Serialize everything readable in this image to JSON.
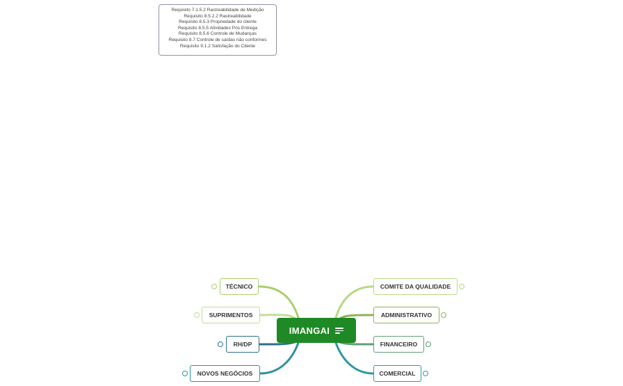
{
  "note": {
    "lines": [
      "Requisito 7.1.5.2 Rastreabilidade de Medição",
      "Requisito 8.5.2.2 Rastreabilidade",
      "Requisito 8.5.3 Propriedade do cliente",
      "Requisito 8.5.5 Atividades Pós Entrega",
      "Requisito 8.5.6 Controle de Mudanças",
      "Requisito 8.7 Controle de saídas não conformes",
      "Requisito 9.1.2 Satisfação do Cliente"
    ]
  },
  "root": {
    "label": "IMANGAI",
    "icon": "notes-icon",
    "color": "#1f8a25"
  },
  "topics": {
    "tecnico": {
      "label": "TÉCNICO",
      "color": "#a7cf6a"
    },
    "suprimentos": {
      "label": "SUPRIMENTOS",
      "color": "#c3dc96"
    },
    "rhdp": {
      "label": "RH/DP",
      "color": "#2d6f8a"
    },
    "novos_negocios": {
      "label": "NOVOS NEGÓCIOS",
      "color": "#2f8fa0"
    },
    "comite": {
      "label": "COMITE DA QUALIDADE",
      "color": "#b6da82"
    },
    "administrativo": {
      "label": "ADMINISTRATIVO",
      "color": "#8fb25a"
    },
    "financeiro": {
      "label": "FINANCEIRO",
      "color": "#5f9f73"
    },
    "comercial": {
      "label": "COMERCIAL",
      "color": "#2f97a5"
    }
  }
}
